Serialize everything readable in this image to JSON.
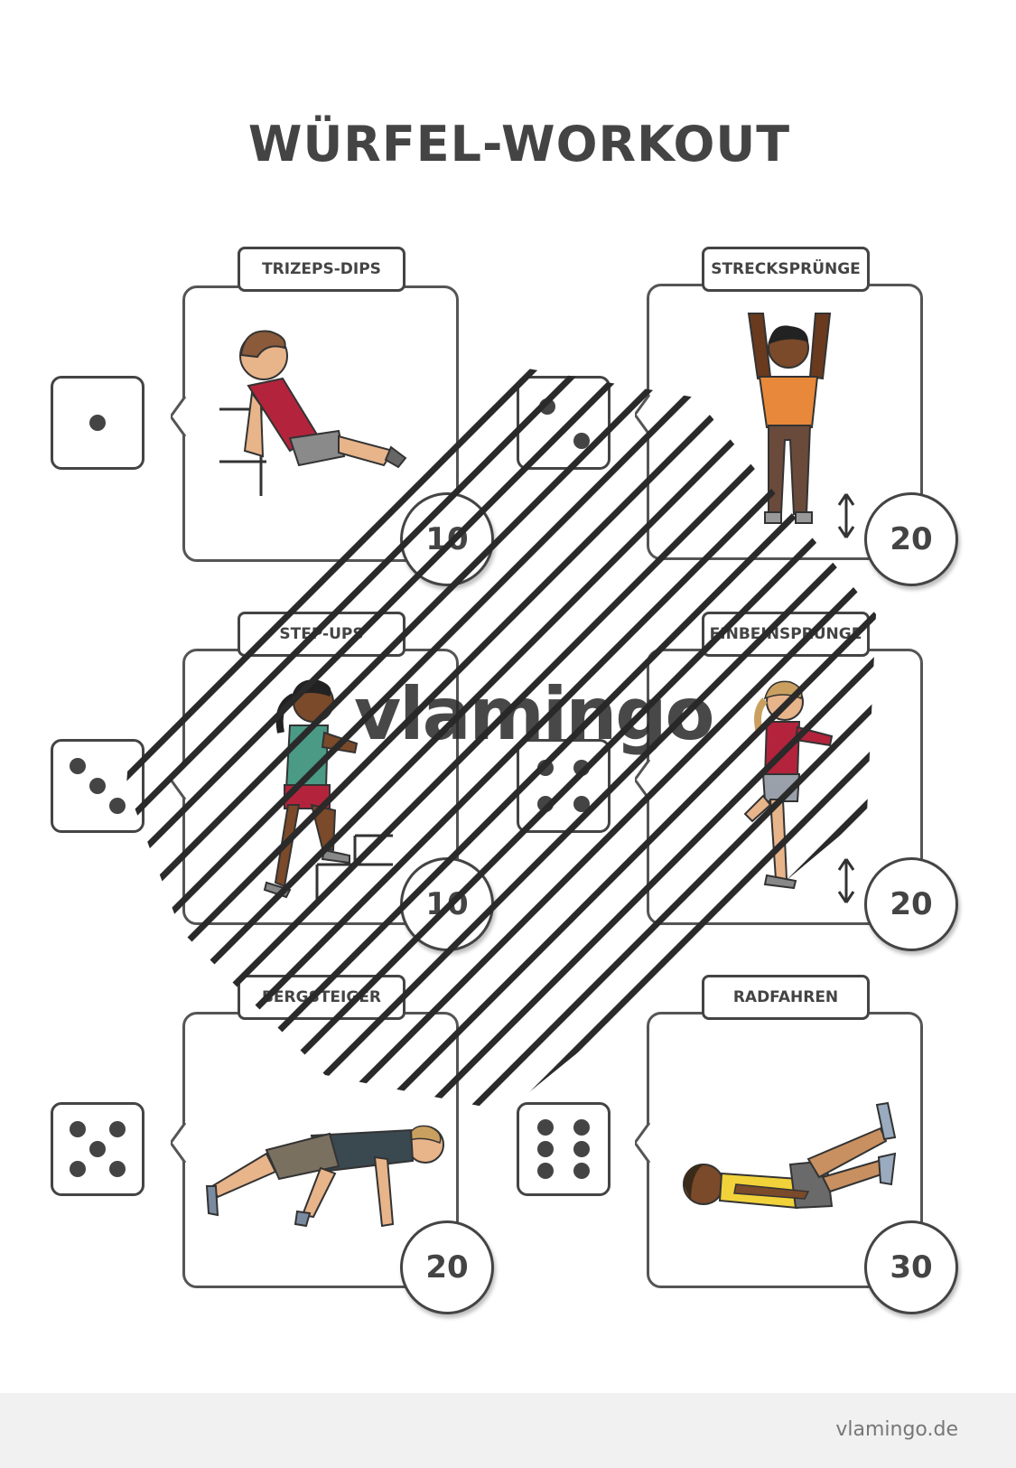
{
  "title": "WÜRFEL-WORKOUT",
  "exercises": [
    {
      "die": 1,
      "label": "TRIZEPS-DIPS",
      "count": "10",
      "figure": "triceps-dips-figure"
    },
    {
      "die": 2,
      "label": "STRECKSPRÜNGE",
      "count": "20",
      "figure": "jumping-figure"
    },
    {
      "die": 3,
      "label": "STEP-UPS",
      "count": "10",
      "figure": "step-up-figure"
    },
    {
      "die": 4,
      "label": "EINBEINSPRÜNGE",
      "count": "20",
      "figure": "one-leg-jump-figure"
    },
    {
      "die": 5,
      "label": "BERGSTEIGER",
      "count": "20",
      "figure": "mountain-climber-figure"
    },
    {
      "die": 6,
      "label": "RADFAHREN",
      "count": "30",
      "figure": "cycling-figure"
    }
  ],
  "watermark": "vlamingo",
  "footer": "vlamingo.de",
  "colors": {
    "ink": "#444444",
    "footer_bg": "#f1f1f1"
  }
}
